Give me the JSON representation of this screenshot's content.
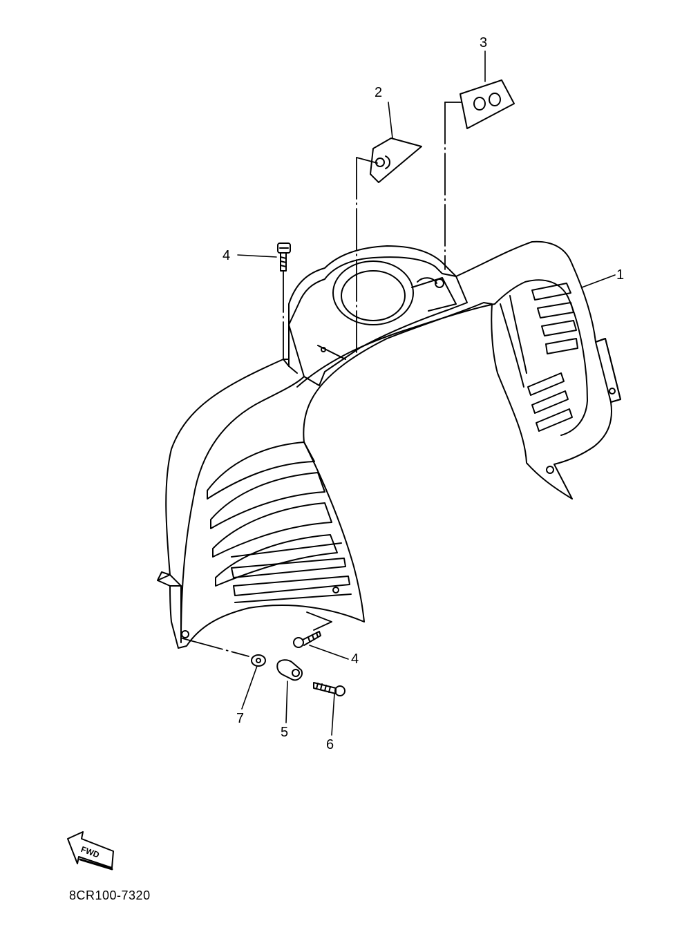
{
  "diagram": {
    "callouts": {
      "c1": "1",
      "c2": "2",
      "c3": "3",
      "c4_top": "4",
      "c4_bottom": "4",
      "c5": "5",
      "c6": "6",
      "c7": "7"
    },
    "fwd_label": "FWD",
    "part_code": "8CR100-7320"
  }
}
